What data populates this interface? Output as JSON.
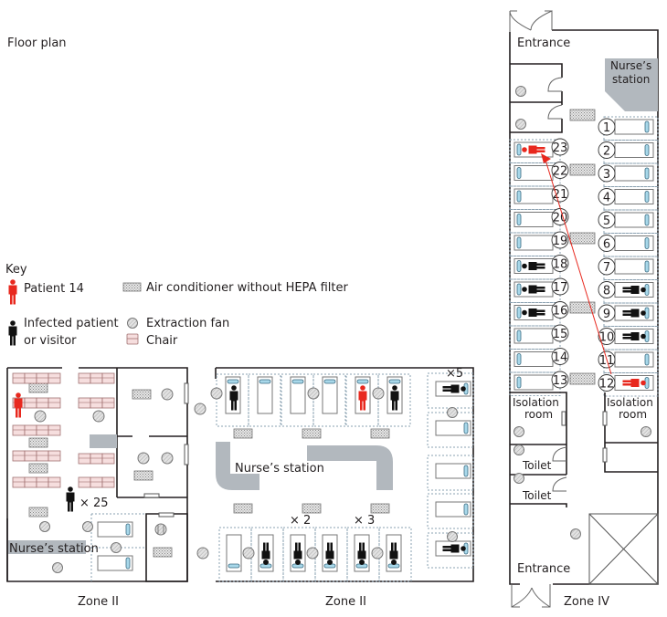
{
  "title": "Floor plan",
  "colors": {
    "patient14": "#e8281e",
    "infected": "#111111",
    "nurse_station": "#b2b8be",
    "chair": "#f6dede",
    "pillow": "#a8d8ea",
    "path_line": "#e8281e"
  },
  "key": {
    "heading": "Key",
    "items": [
      {
        "icon": "person-red-icon",
        "label": "Patient 14"
      },
      {
        "icon": "air-conditioner-icon",
        "label": "Air conditioner without HEPA filter"
      },
      {
        "icon": "person-black-icon",
        "label": "Infected patient",
        "label2": "or visitor"
      },
      {
        "icon": "extraction-fan-icon",
        "label": "Extraction fan"
      },
      {
        "icon": "chair-icon",
        "label": "Chair"
      }
    ]
  },
  "zone_left": {
    "label": "Zone II",
    "nurse_station": "Nurse’s station",
    "multiplier": "× 25"
  },
  "zone_mid": {
    "label": "Zone II",
    "nurse_station": "Nurse’s station",
    "mult_x5": "×5",
    "mult_x2": "× 2",
    "mult_x3": "× 3"
  },
  "zone_right": {
    "label": "Zone IV",
    "entrance_top": "Entrance",
    "entrance_bottom": "Entrance",
    "nurse_station_l1": "Nurse’s",
    "nurse_station_l2": "station",
    "isolation_l1": "Isolation",
    "isolation_l2": "room",
    "toilet": "Toilet",
    "right_beds": [
      "1",
      "2",
      "3",
      "4",
      "5",
      "6",
      "7",
      "8",
      "9",
      "10",
      "11",
      "12"
    ],
    "left_beds": [
      "23",
      "22",
      "21",
      "20",
      "19",
      "18",
      "17",
      "16",
      "15",
      "14",
      "13"
    ],
    "infected_right": [
      "8",
      "9",
      "10"
    ],
    "infected_left": [
      "18",
      "17",
      "16"
    ],
    "patient14_beds": [
      "12",
      "23"
    ]
  }
}
